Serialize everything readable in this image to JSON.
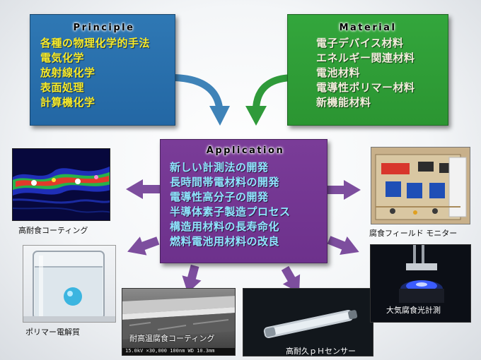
{
  "principle": {
    "title": "Principle",
    "items": [
      "各種の物理化学的手法",
      "電気化学",
      "放射線化学",
      "表面処理",
      "計算機化学"
    ]
  },
  "material": {
    "title": "Material",
    "items": [
      "電子デバイス材料",
      "エネルギー関連材料",
      "電池材料",
      "電導性ポリマー材料",
      "新機能材料"
    ]
  },
  "application": {
    "title": "Application",
    "items": [
      "新しい計測法の開発",
      "長時間帯電材料の開発",
      "電導性高分子の開発",
      "半導体素子製造プロセス",
      "構造用材料の長寿命化",
      "燃料電池用材料の改良"
    ]
  },
  "photos": {
    "corrosion_coating": "高耐食コーティング",
    "polymer_electrolyte": "ポリマー電解質",
    "heat_resistant_coating": "耐高温腐食コーティング",
    "sem_scale": "15.0kV ×30,000   100nm    WD 10.3mm",
    "ph_sensor": "高耐久ｐＨセンサー",
    "field_monitor": "腐食フィールド モニター",
    "optical_measurement": "大気腐食光計測"
  },
  "colors": {
    "principle_bg": "#2b70ae",
    "material_bg": "#30a039",
    "application_bg": "#74378f",
    "principle_text": "#f7ea2a",
    "material_text": "#f2eedc",
    "application_text": "#8fe6ff",
    "arrow_blue": "#3f83b8",
    "arrow_green": "#2f9a3a",
    "arrow_purple": "#7d4e9e"
  }
}
